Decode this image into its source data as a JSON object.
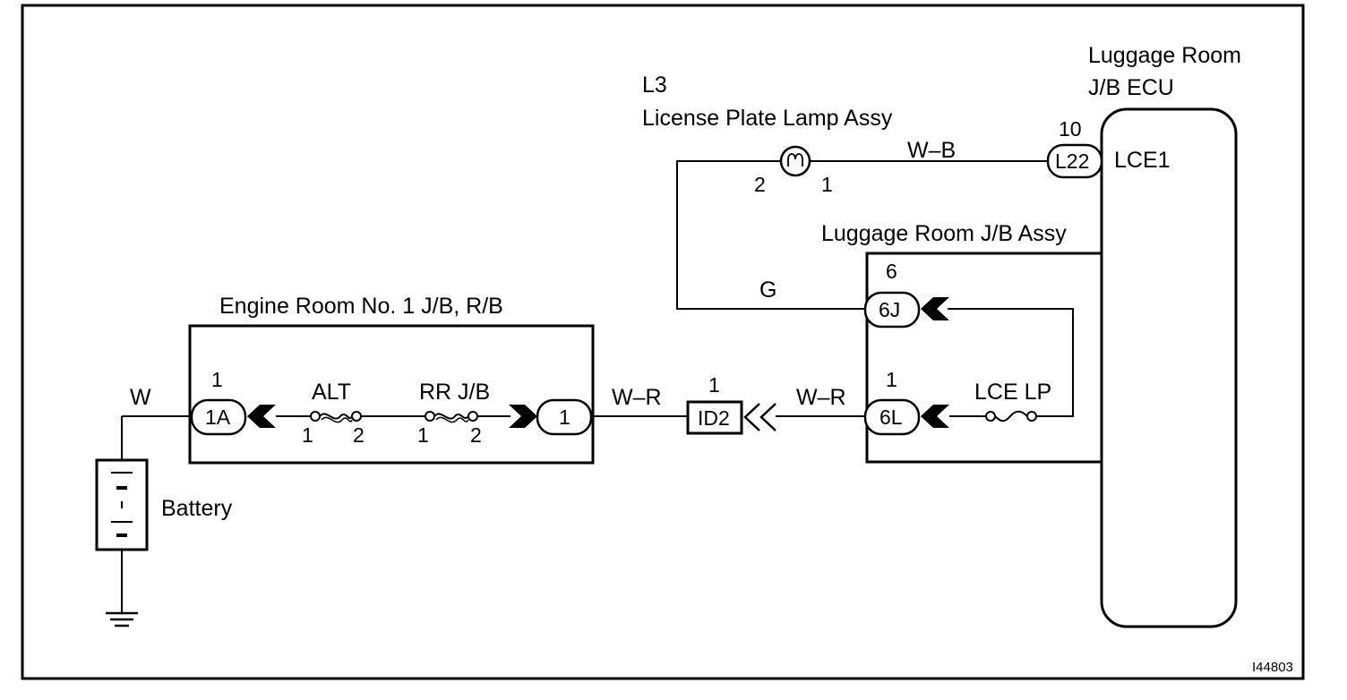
{
  "diagram_id": "I44803",
  "components": {
    "battery": {
      "label": "Battery"
    },
    "engine_jb": {
      "title": "Engine Room No. 1 J/B, R/B",
      "left_connector": {
        "code": "1A",
        "pin": "1"
      },
      "right_connector": {
        "code": "1"
      },
      "fuse_alt": {
        "name": "ALT",
        "pin_a": "1",
        "pin_b": "2"
      },
      "fuse_rr": {
        "name": "RR J/B",
        "pin_a": "1",
        "pin_b": "2"
      }
    },
    "junction_id2": {
      "code": "ID2",
      "pin": "1"
    },
    "lamp": {
      "code": "L3",
      "name": "License Plate Lamp Assy",
      "pin_left": "2",
      "pin_right": "1"
    },
    "luggage_jb_assy": {
      "title": "Luggage Room J/B Assy",
      "conn_6j": {
        "code": "6J",
        "pin": "6"
      },
      "conn_6l": {
        "code": "6L",
        "pin": "1"
      },
      "fuse_lce": {
        "name": "LCE LP"
      }
    },
    "luggage_ecu": {
      "title_line1": "Luggage Room",
      "title_line2": "J/B ECU",
      "conn_l22": {
        "code": "L22",
        "pin": "10"
      },
      "terminal": "LCE1"
    }
  },
  "wires": {
    "battery_to_jb": "W",
    "jb_to_id2": "W–R",
    "id2_to_6l": "W–R",
    "lamp_to_ecu": "W–B",
    "lamp_to_6j": "G"
  }
}
